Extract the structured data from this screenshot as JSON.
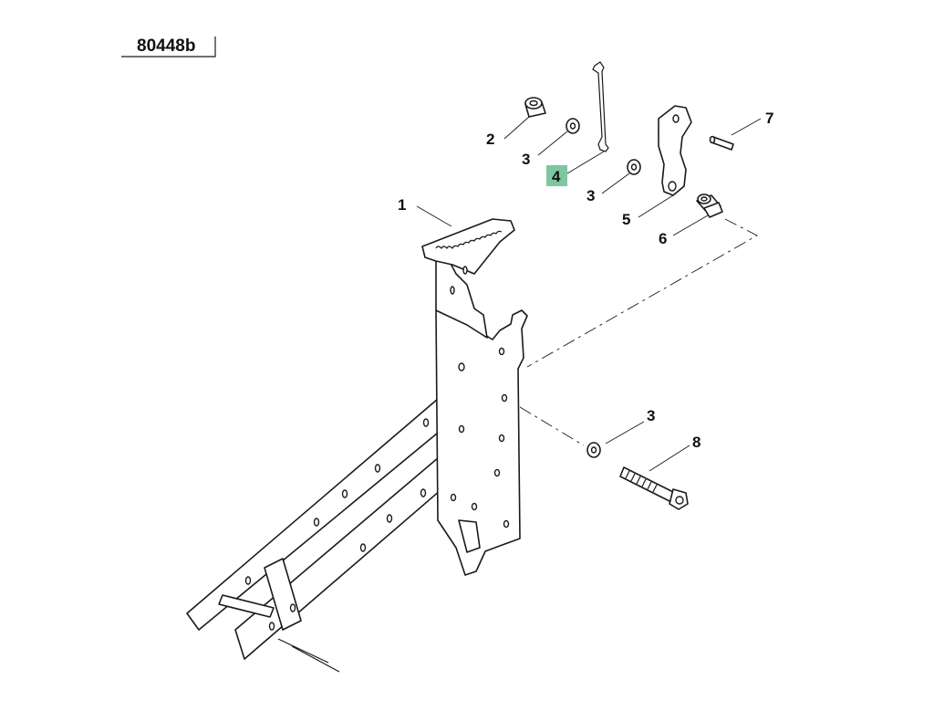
{
  "diagram": {
    "reference_code": "80448b",
    "highlight_color": "#7fc7a0",
    "callouts": [
      {
        "id": "1",
        "label": "1"
      },
      {
        "id": "2",
        "label": "2"
      },
      {
        "id": "3a",
        "label": "3"
      },
      {
        "id": "3b",
        "label": "3"
      },
      {
        "id": "4",
        "label": "4",
        "highlighted": true
      },
      {
        "id": "5",
        "label": "5"
      },
      {
        "id": "6",
        "label": "6"
      },
      {
        "id": "7",
        "label": "7"
      },
      {
        "id": "3c",
        "label": "3"
      },
      {
        "id": "8",
        "label": "8"
      }
    ]
  }
}
